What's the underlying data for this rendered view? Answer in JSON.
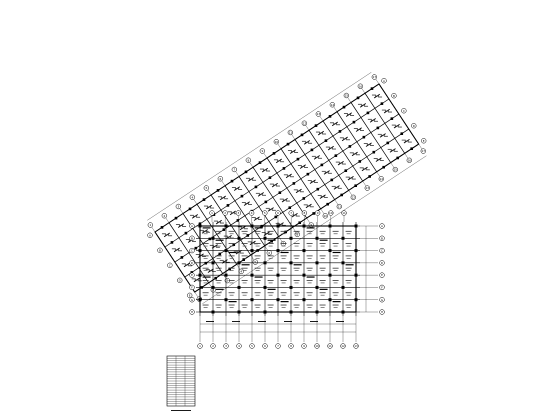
{
  "image": {
    "type": "structural floor plan drawing"
  },
  "plan": {
    "upper_wing_axis_labels": [
      "1",
      "2",
      "3",
      "4",
      "5",
      "6",
      "7",
      "8",
      "9",
      "10",
      "11",
      "12",
      "13",
      "14",
      "15",
      "16",
      "17"
    ],
    "upper_wing_side_labels": [
      "A",
      "B",
      "C",
      "D",
      "E"
    ],
    "lower_block_left_labels": [
      "A",
      "B",
      "C",
      "D",
      "E",
      "F",
      "G",
      "H"
    ],
    "lower_block_right_labels": [
      "A",
      "B",
      "C",
      "D",
      "E",
      "F",
      "G",
      "H"
    ],
    "lower_block_bottom_labels": [
      "1",
      "2",
      "3",
      "4",
      "5",
      "6",
      "7",
      "8",
      "9",
      "10",
      "11",
      "12",
      "13"
    ],
    "lower_block_top_labels": [
      "1",
      "2",
      "3",
      "4",
      "5",
      "6",
      "7",
      "8",
      "9",
      "10",
      "11"
    ]
  },
  "notes": {
    "title": "",
    "lines": [
      "",
      "",
      "",
      "",
      ""
    ]
  },
  "table": {
    "rows": 22
  }
}
